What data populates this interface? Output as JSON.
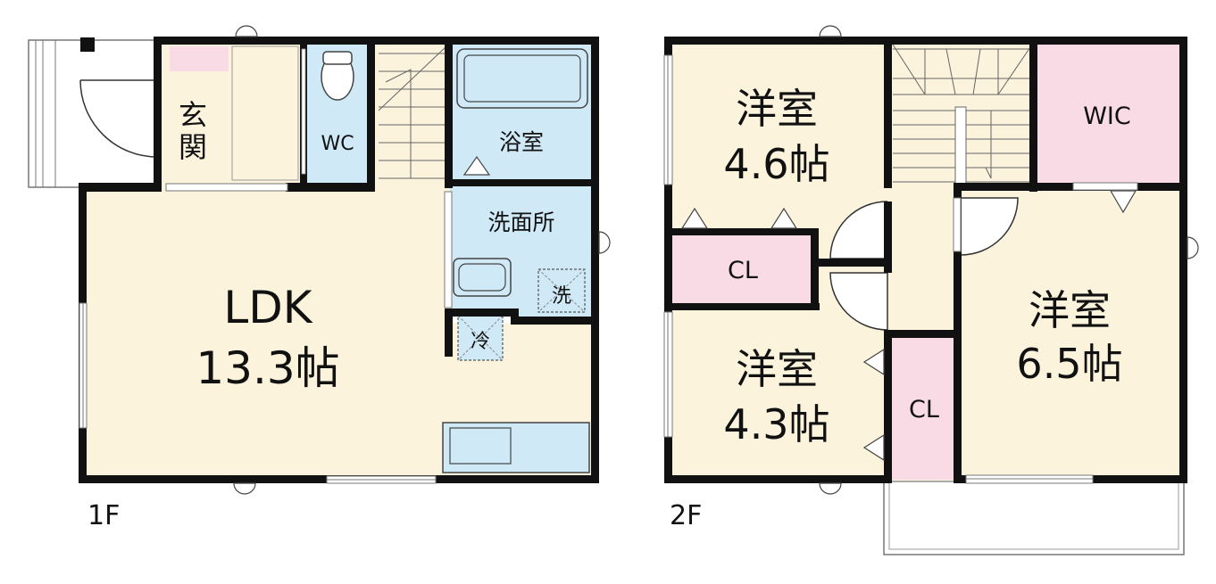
{
  "floors": [
    {
      "label": "1F"
    },
    {
      "label": "2F"
    }
  ],
  "rooms_1f": {
    "genkan": "玄関",
    "wc": "WC",
    "bath": "浴室",
    "washroom": "洗面所",
    "ldk_name": "LDK",
    "ldk_size": "13.3帖",
    "washer_mark": "洗",
    "fridge_mark": "冷"
  },
  "rooms_2f": {
    "room_a_name": "洋室",
    "room_a_size": "4.6帖",
    "room_b_name": "洋室",
    "room_b_size": "4.3帖",
    "room_c_name": "洋室",
    "room_c_size": "6.5帖",
    "closet_a": "CL",
    "closet_b": "CL",
    "wic": "WIC"
  },
  "colors": {
    "wall": "#111111",
    "floor": "#fcf3dd",
    "wet": "#cfe9f7",
    "storage": "#f9dbe6",
    "line": "#777777"
  }
}
